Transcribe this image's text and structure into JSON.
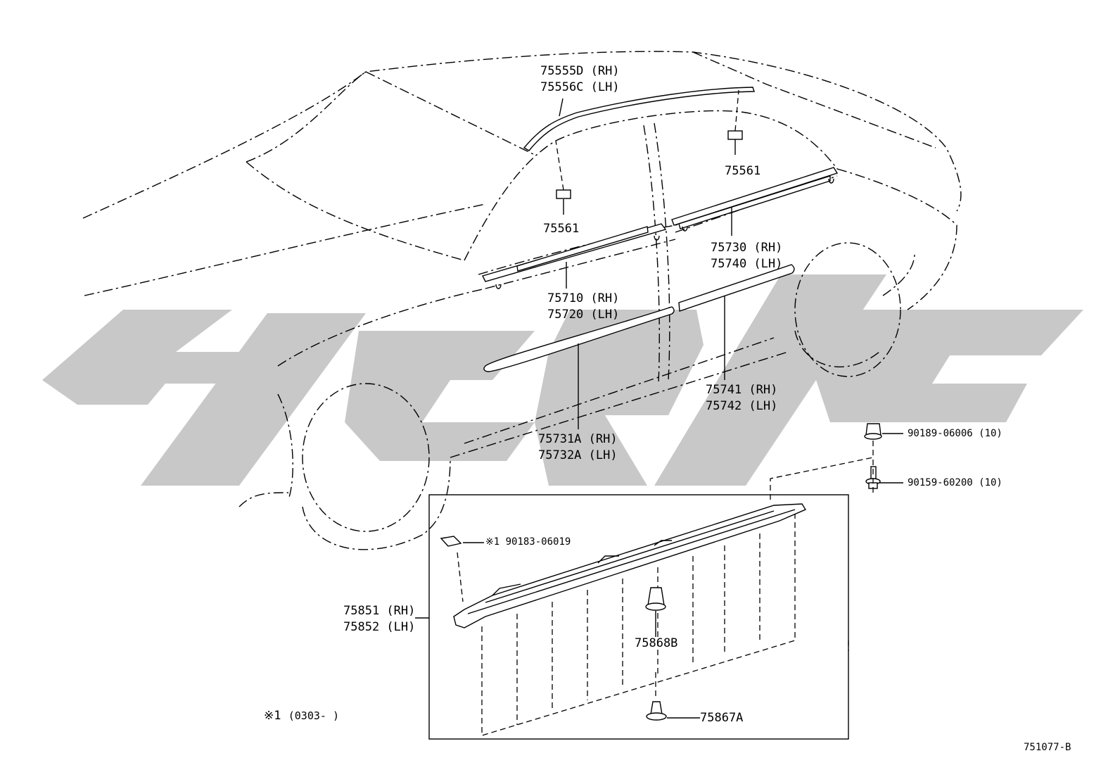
{
  "diagram": {
    "drawing_number": "751077-B",
    "footnote": {
      "mark": "※1",
      "text": "(0303-      )"
    },
    "callouts": [
      {
        "id": "roof-molding",
        "lines": [
          "75555D (RH)",
          "75556C (LH)"
        ]
      },
      {
        "id": "clip-rear",
        "lines": [
          "75561"
        ]
      },
      {
        "id": "clip-front",
        "lines": [
          "75561"
        ]
      },
      {
        "id": "belt-rear",
        "lines": [
          "75730 (RH)",
          "75740 (LH)"
        ]
      },
      {
        "id": "belt-front",
        "lines": [
          "75710 (RH)",
          "75720 (LH)"
        ]
      },
      {
        "id": "side-rear",
        "lines": [
          "75741 (RH)",
          "75742 (LH)"
        ]
      },
      {
        "id": "side-front",
        "lines": [
          "75731A (RH)",
          "75732A (LH)"
        ]
      },
      {
        "id": "clip-90189",
        "lines": [
          "90189-06006 (10)"
        ]
      },
      {
        "id": "screw-90159",
        "lines": [
          "90159-60200 (10)"
        ]
      },
      {
        "id": "nut-90183",
        "lines": [
          "※1 90183-06019"
        ]
      },
      {
        "id": "rocker",
        "lines": [
          "75851 (RH)",
          "75852 (LH)"
        ]
      },
      {
        "id": "clip-75868b",
        "lines": [
          "75868B"
        ]
      },
      {
        "id": "clip-75867a",
        "lines": [
          "75867A"
        ]
      }
    ]
  }
}
